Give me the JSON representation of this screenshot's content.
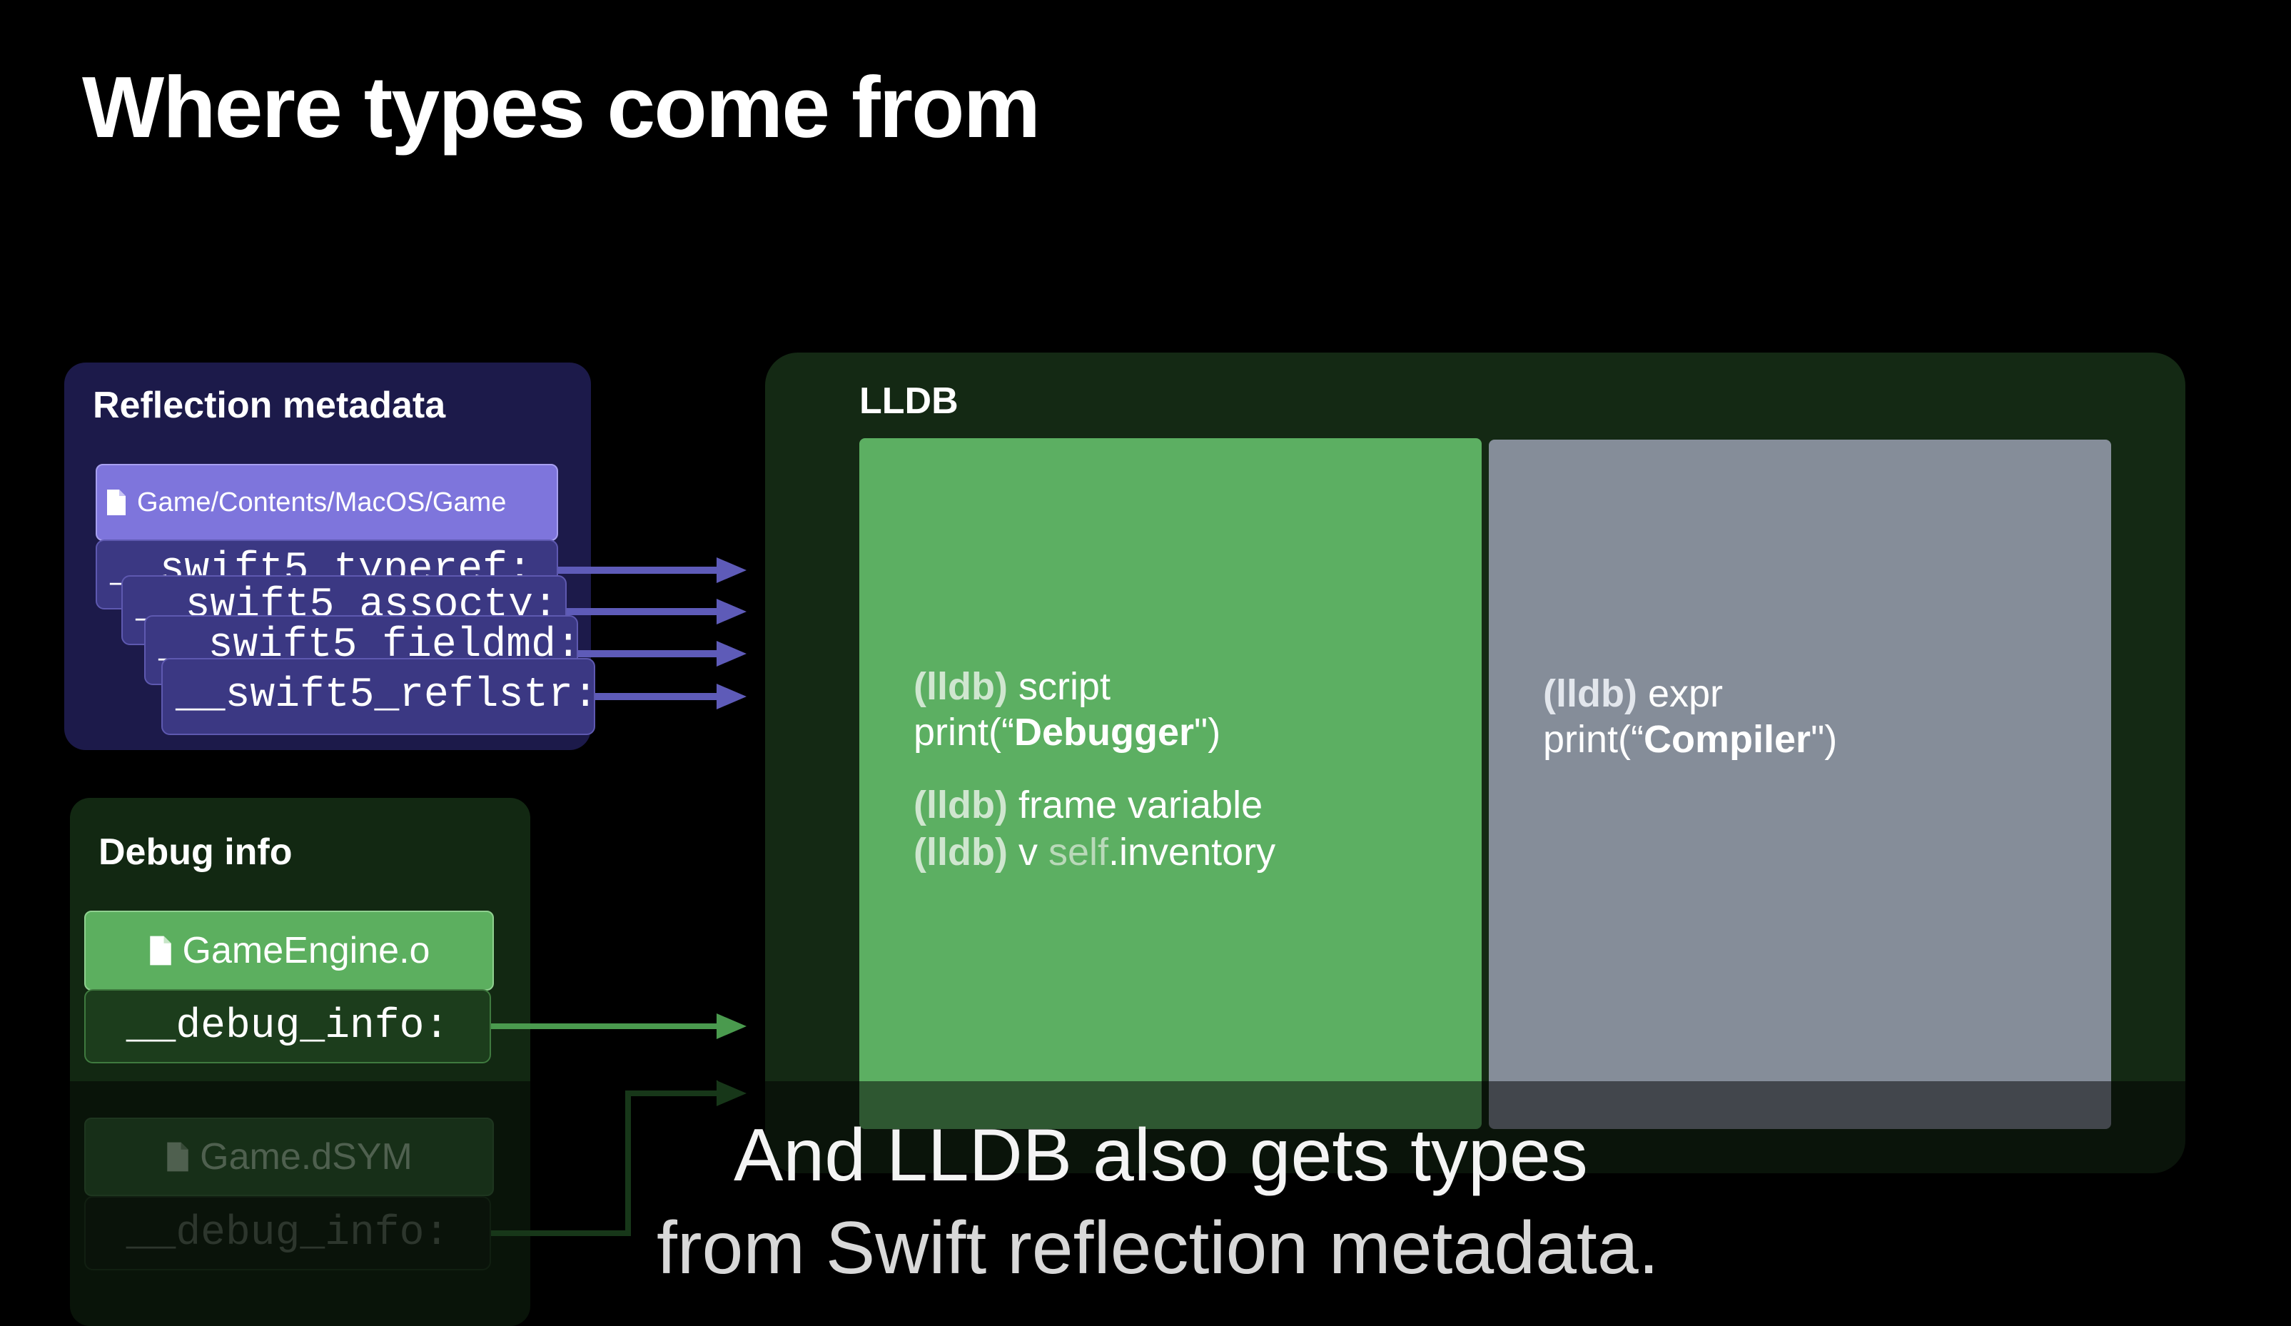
{
  "title": "Where types come from",
  "reflection_panel": {
    "label": "Reflection metadata",
    "file": "Game/Contents/MacOS/Game",
    "sections": [
      "__swift5_typeref:",
      "__swift5_assocty:",
      "__swift5_fieldmd:",
      "__swift5_reflstr:"
    ]
  },
  "debug_panel": {
    "label": "Debug info",
    "object_file": "GameEngine.o",
    "object_section": "__debug_info:",
    "dsym_file": "Game.dSYM",
    "dsym_section": "__debug_info:"
  },
  "lldb": {
    "label": "LLDB",
    "debugger_box": {
      "script_prompt": "(lldb)",
      "script_cmd": " script",
      "script_print_prefix": "print(“",
      "script_print_word": "Debugger",
      "script_print_suffix": "\")",
      "frame_prompt": "(lldb)",
      "frame_cmd": " frame variable",
      "v_prompt": "(lldb)",
      "v_cmd": " v ",
      "v_self": "self",
      "v_rest": ".inventory"
    },
    "compiler_box": {
      "expr_prompt": "(lldb)",
      "expr_cmd": " expr",
      "print_prefix": "print(“",
      "print_word": "Compiler",
      "print_suffix": "\")"
    }
  },
  "caption": {
    "line1": "And LLDB also gets types",
    "line2": "from Swift reflection metadata."
  },
  "colors": {
    "reflection": "#3b3883",
    "debug": "#5caf5f",
    "compiler": "#858d99",
    "lldb_panel": "#142914"
  }
}
